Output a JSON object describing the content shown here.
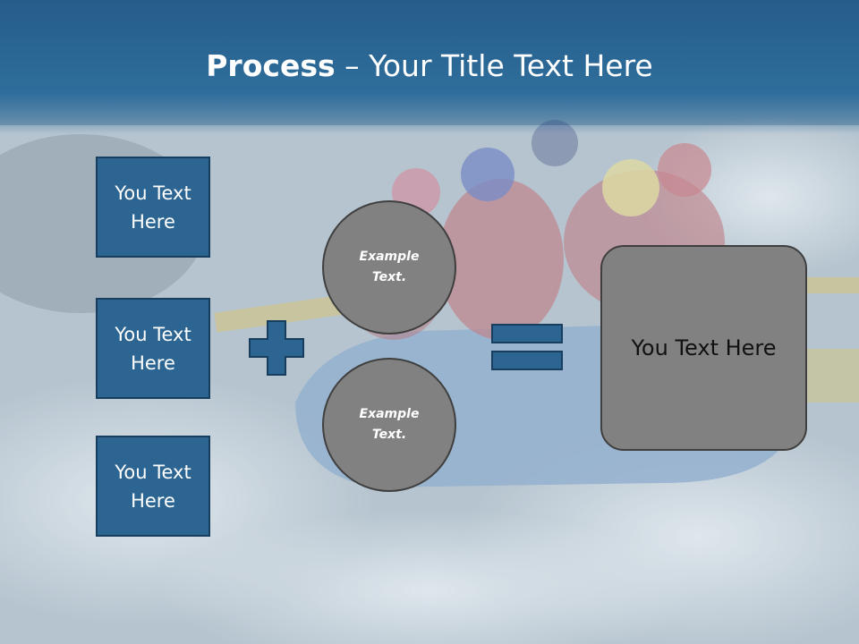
{
  "slide": {
    "title_bold": "Process",
    "title_rest": " – Your Title Text Here",
    "boxes": [
      {
        "label": "You Text Here"
      },
      {
        "label": "You Text Here"
      },
      {
        "label": "You Text Here"
      }
    ],
    "circles": [
      {
        "label": "Example Text."
      },
      {
        "label": "Example Text."
      }
    ],
    "result": {
      "label": "You Text Here"
    },
    "operators": {
      "plus": "plus-icon",
      "equals": "equals-icon"
    },
    "colors": {
      "header": "#2f6e9c",
      "box_fill": "#2d6592",
      "box_border": "#173e5e",
      "circle_fill": "#818181",
      "circle_border": "#3f3f3f",
      "text_light": "#ffffff",
      "text_dark": "#111111"
    },
    "background": "whitewater-rafting-photo"
  }
}
